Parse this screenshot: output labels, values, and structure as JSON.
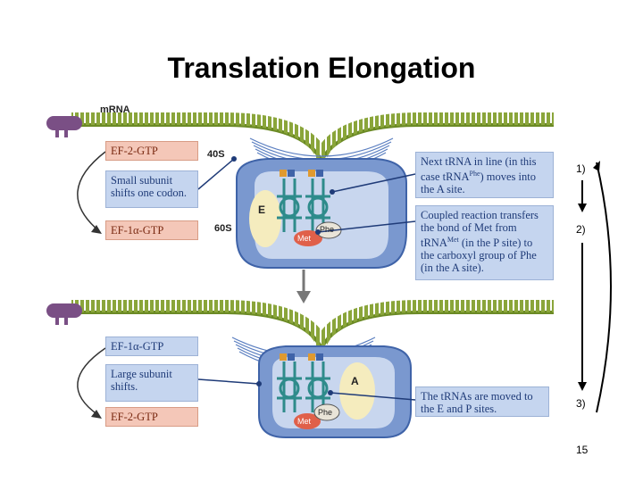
{
  "title": "Translation Elongation",
  "top_panel": {
    "mrna": "mRNA",
    "ef2_gtp": "EF-2-GTP",
    "small_shift": "Small subunit shifts one codon.",
    "ef1_gtp": "EF-1α-GTP",
    "label_40s": "40S",
    "label_60s": "60S",
    "label_e": "E",
    "callout_next": "Next tRNA in line (in this case tRNA",
    "callout_next_sup": "Phe",
    "callout_next_end": ") moves into the A site.",
    "callout_coupled_1": "Coupled reaction transfers the bond of Met from tRNA",
    "callout_coupled_sup": "Met",
    "callout_coupled_2": " (in the P site) to the carboxyl group of Phe (in the A site).",
    "met": "Met",
    "phe": "Phe"
  },
  "bottom_panel": {
    "ef1_gtp": "EF-1α-GTP",
    "large_shift": "Large subunit shifts.",
    "ef2_gtp": "EF-2-GTP",
    "label_a": "A",
    "callout_moved": "The tRNAs are moved to the E and P sites.",
    "met": "Met",
    "phe": "Phe"
  },
  "steps": [
    "1)",
    "2)",
    "3)"
  ],
  "page_number": "15",
  "colors": {
    "mrna_green": "#8aa53a",
    "cap_purple": "#7a4f85",
    "ribosome_blue": "#5a7ec0",
    "ribosome_light": "#c8d6ee",
    "callout_blue": "#c5d5ef",
    "callout_red": "#f4c7b8",
    "trna_teal": "#2e8b8b",
    "met_red": "#e0604a"
  }
}
